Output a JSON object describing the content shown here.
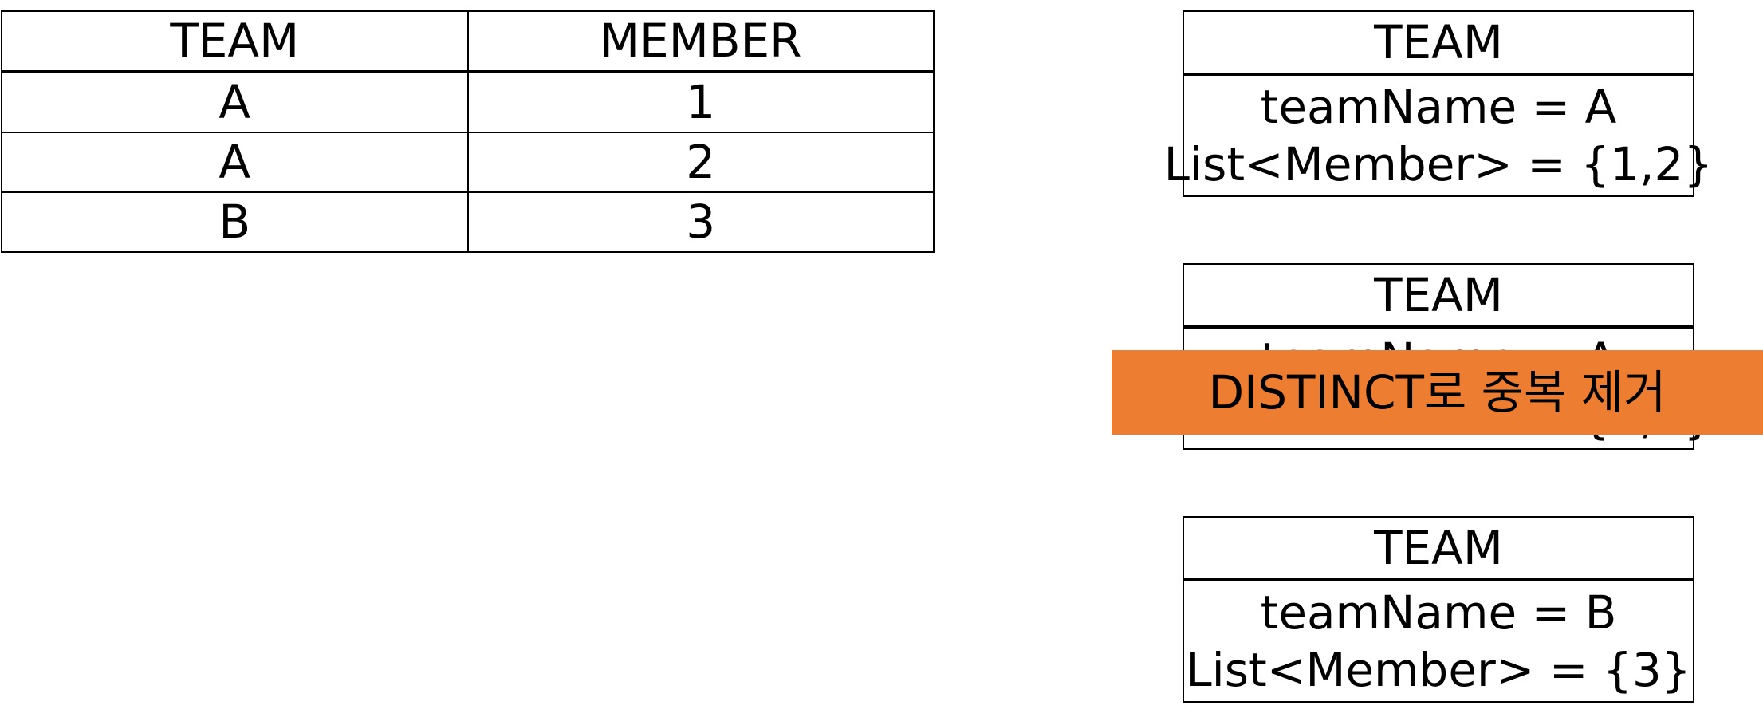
{
  "table": {
    "headers": [
      "TEAM",
      "MEMBER"
    ],
    "rows": [
      [
        "A",
        "1"
      ],
      [
        "A",
        "2"
      ],
      [
        "B",
        "3"
      ]
    ]
  },
  "entities": [
    {
      "header": "TEAM",
      "team_line": "teamName = A",
      "members_line": "List<Member> = {1,2}"
    },
    {
      "header": "TEAM",
      "team_line": "teamName = A",
      "members_line": "List<Member> = {1,2}"
    },
    {
      "header": "TEAM",
      "team_line": "teamName = B",
      "members_line": "List<Member> = {3}"
    }
  ],
  "banner": {
    "text": "DISTINCT로 중복 제거",
    "color": "#ED7D31"
  }
}
